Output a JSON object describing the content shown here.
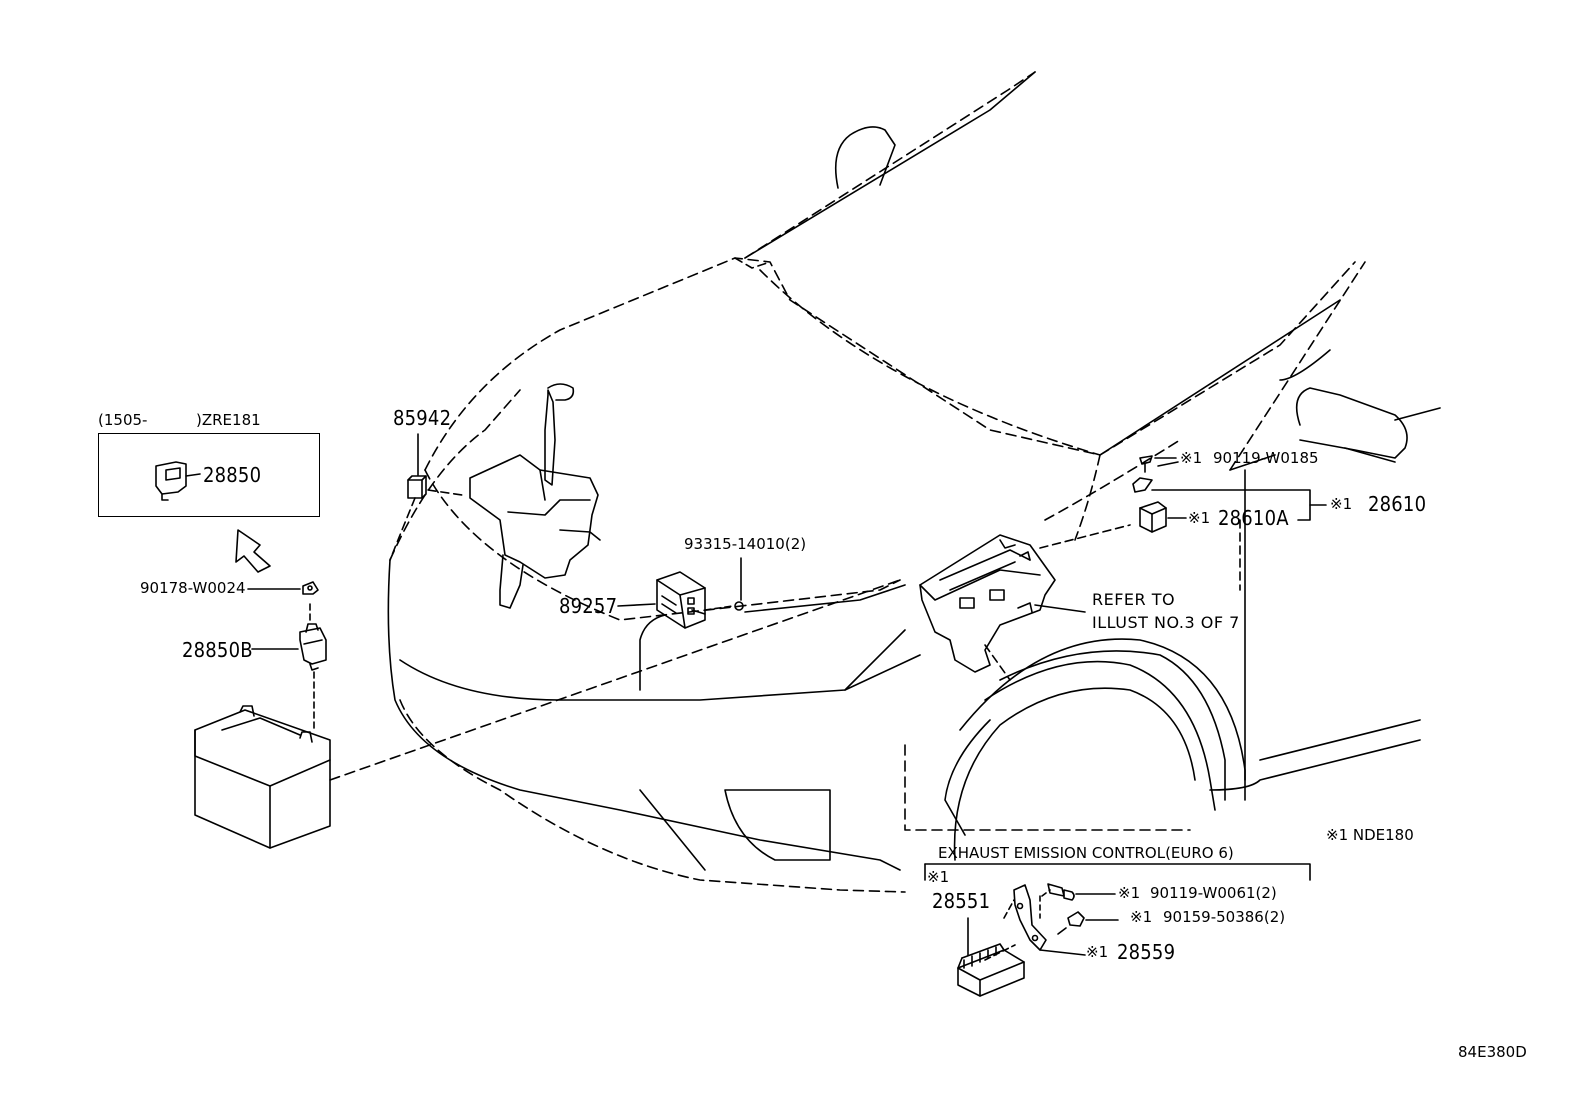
{
  "diagram_id": "84E380D",
  "inset": {
    "date_code": "(1505-",
    "model_code": ")ZRE181",
    "part": "28850"
  },
  "parts": {
    "p90178": "90178-W0024",
    "p28850b": "28850B",
    "p85942": "85942",
    "p89257": "89257",
    "p93315": "93315-14010(2)",
    "p90119_w0185": "90119-W0185",
    "p28610": "28610",
    "p28610a": "28610A",
    "p28551": "28551",
    "p90119_w0061": "90119-W0061(2)",
    "p90159": "90159-50386(2)",
    "p28559": "28559"
  },
  "refer": {
    "line1": "REFER TO",
    "line2": "ILLUST NO.3 OF 7"
  },
  "notes": {
    "mark": "※1",
    "legend": "※1 NDE180",
    "exhaust_title": "EXHAUST EMISSION CONTROL(EURO 6)"
  }
}
